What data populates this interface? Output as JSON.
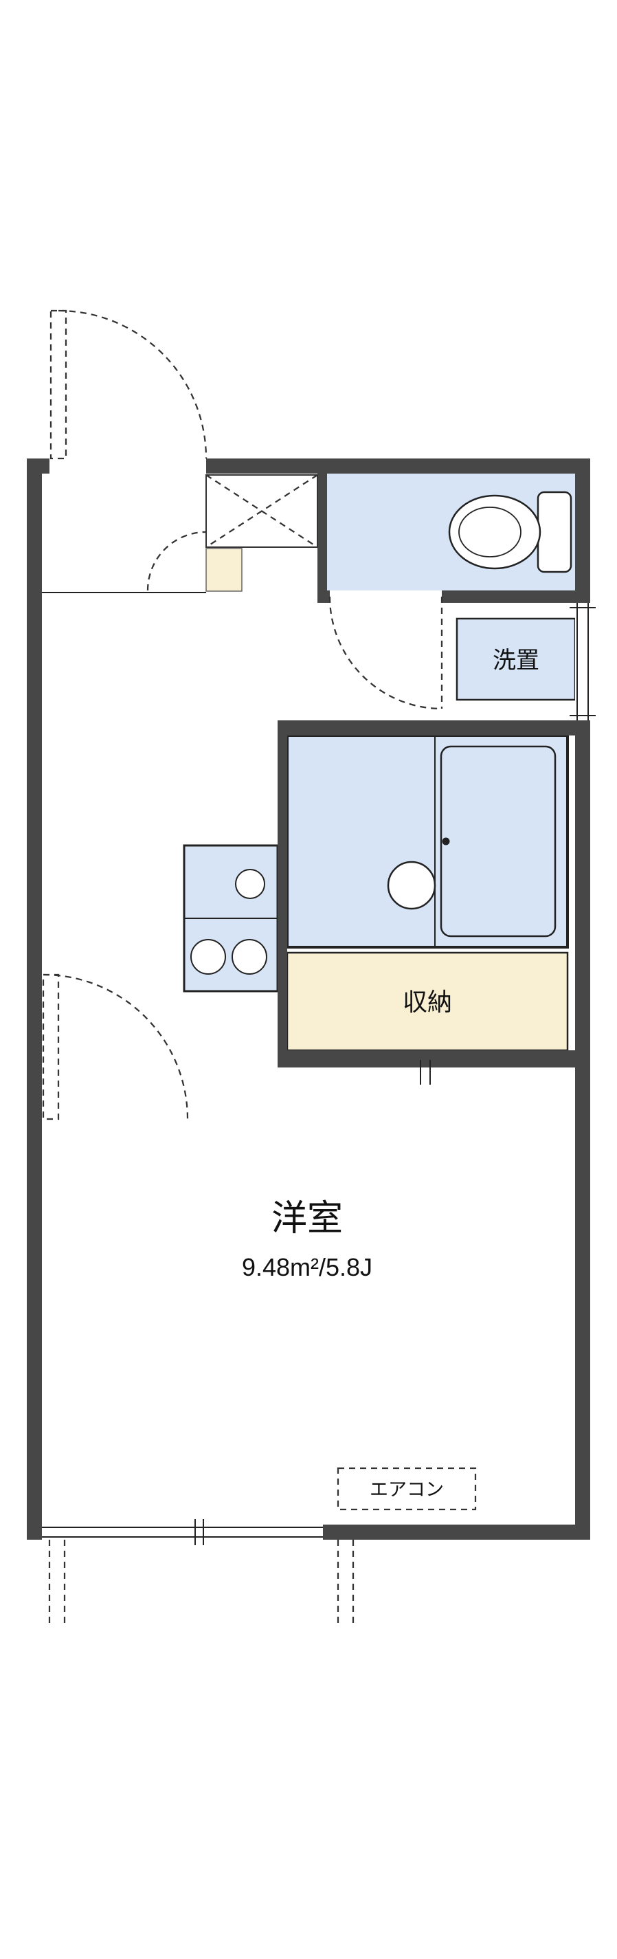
{
  "floor_plan": {
    "labels": {
      "washstand": "洗置",
      "closet": "収納",
      "room": "洋室",
      "room_size": "9.48m²/5.8J",
      "aircon": "エアコン"
    },
    "colors": {
      "wall": "#474747",
      "water_area": "#d6e4f5",
      "storage": "#f9efd2",
      "line": "#222222"
    }
  }
}
